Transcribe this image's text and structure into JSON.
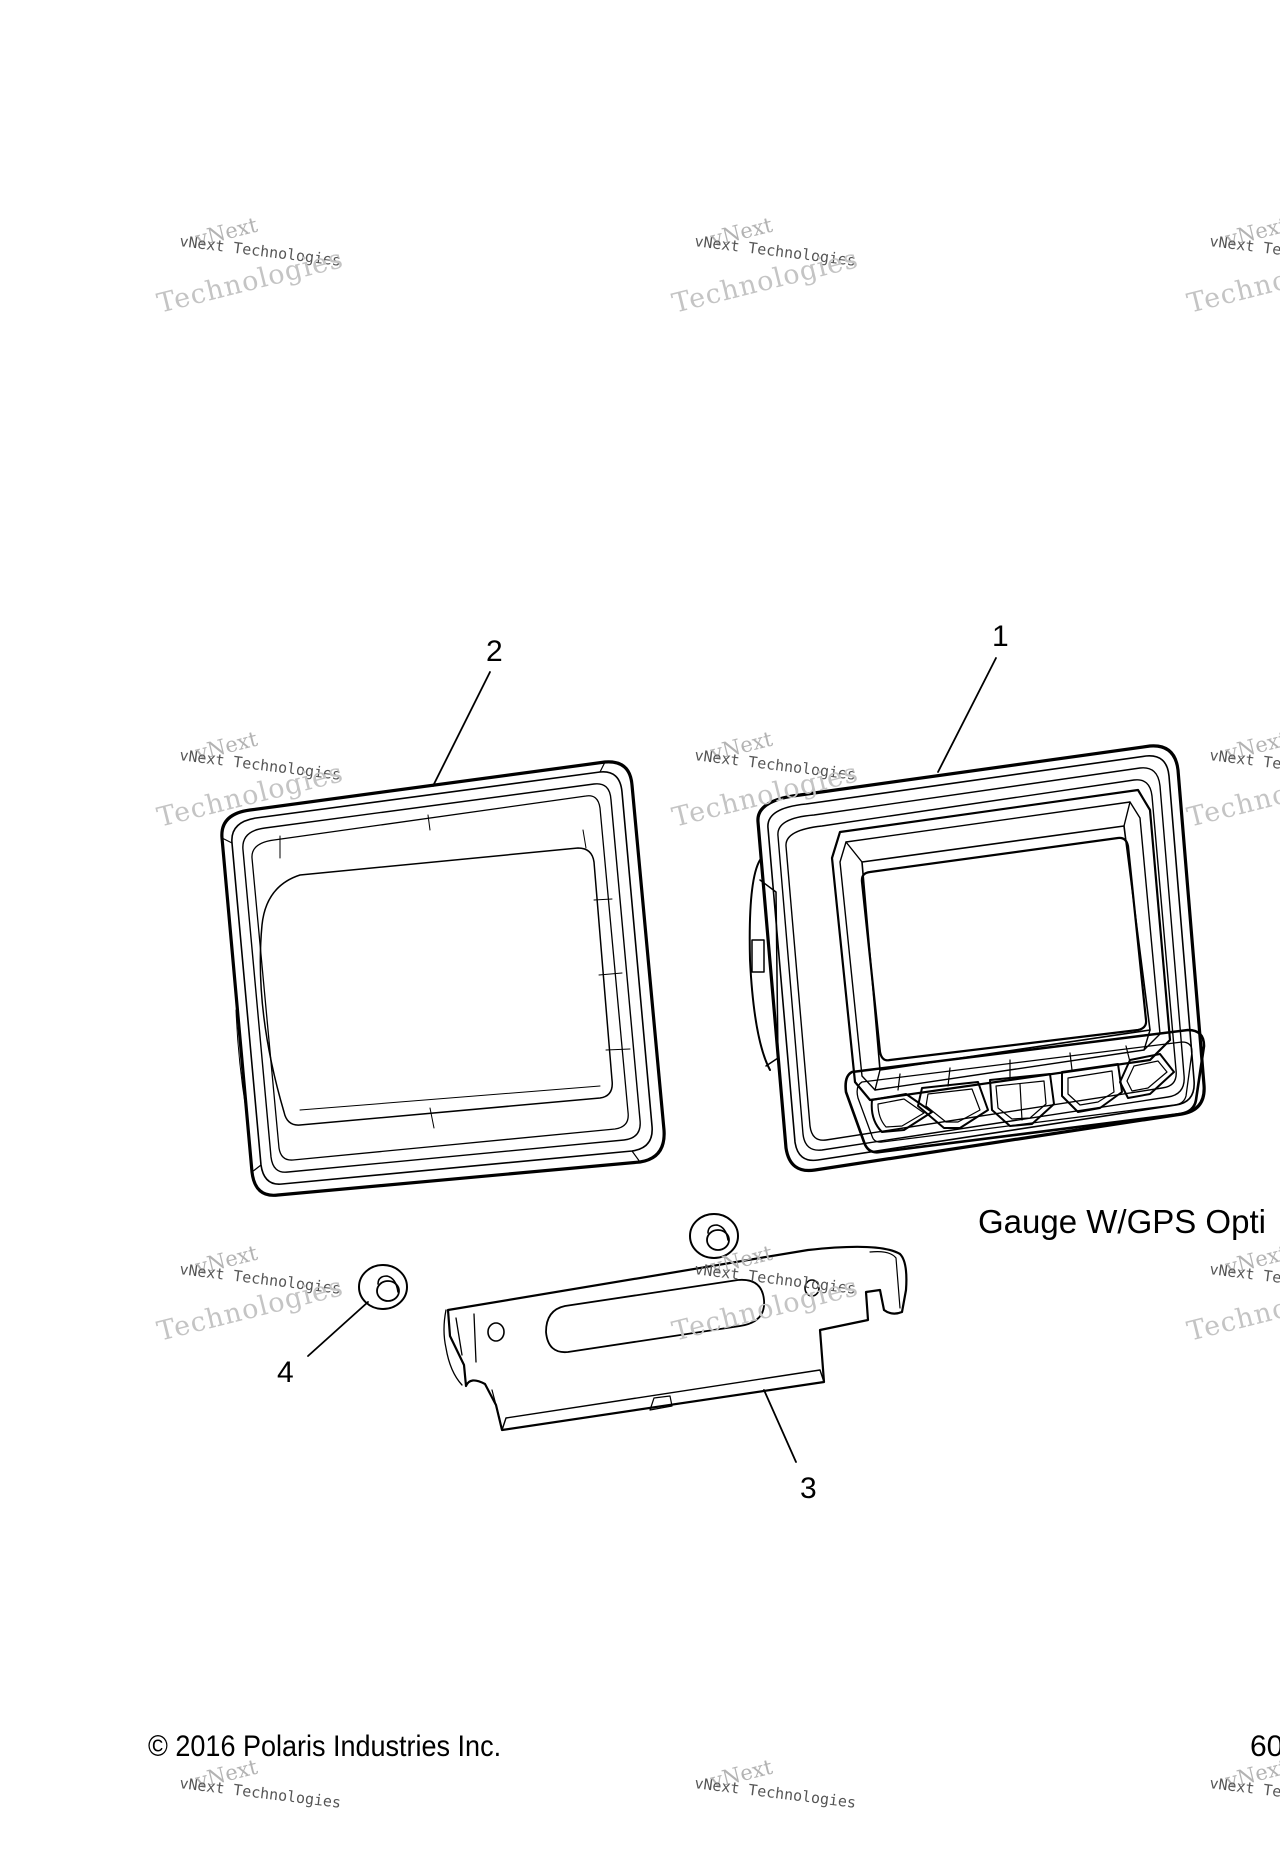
{
  "callouts": {
    "one": "1",
    "two": "2",
    "three": "3",
    "four": "4"
  },
  "caption": "Gauge W/GPS Opti",
  "footer": {
    "copyright": "© 2016 Polaris Industries Inc.",
    "page_number": "60"
  },
  "watermark": {
    "line1": "vNext",
    "line2": "vNext Technologies",
    "line3": "Technologies"
  }
}
